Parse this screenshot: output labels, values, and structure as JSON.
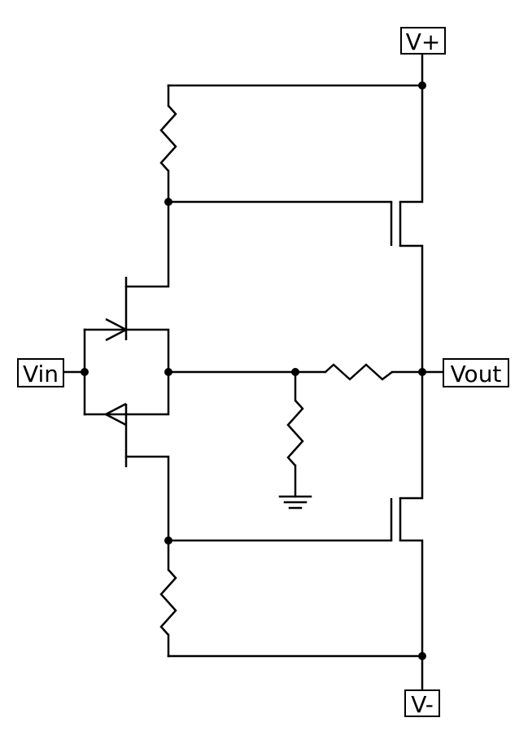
{
  "labels": {
    "vplus": "V+",
    "vminus": "V-",
    "vin": "Vin",
    "vout": "Vout"
  },
  "colors": {
    "line": "#000000",
    "background": "#ffffff"
  }
}
